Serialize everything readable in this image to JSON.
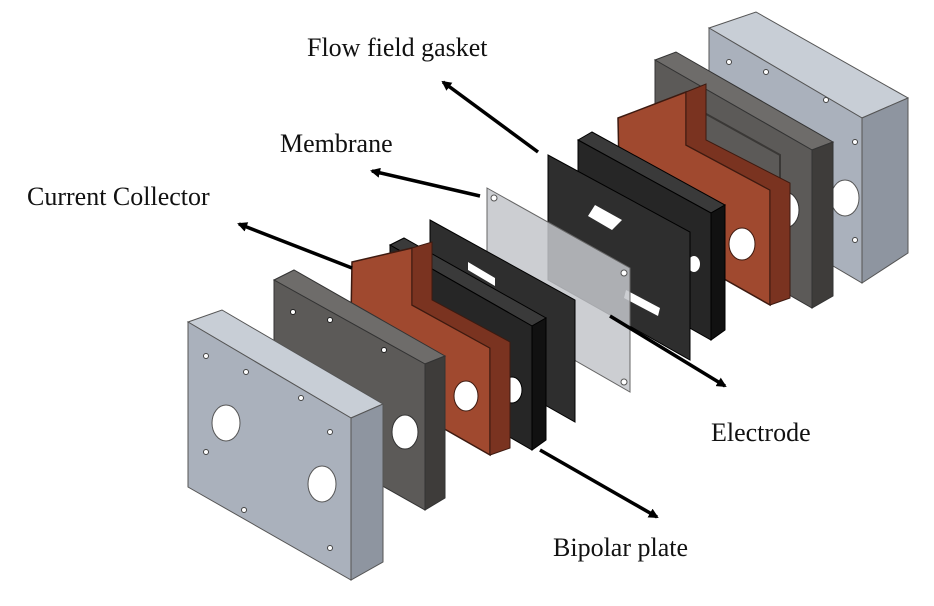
{
  "labels": {
    "flow_field_gasket": "Flow field gasket",
    "membrane": "Membrane",
    "current_collector": "Current Collector",
    "electrode": "Electrode",
    "bipolar_plate": "Bipolar plate"
  },
  "colors": {
    "end_plate": "#aab1bc",
    "end_plate_side": "#8e95a0",
    "bipolar_plate": "#5c5a58",
    "bipolar_plate_side": "#3e3c3a",
    "current_collector": "#a0492f",
    "current_collector_side": "#7a3320",
    "gasket": "#262626",
    "gasket_side": "#111111",
    "electrode": "#3a3a3a",
    "membrane": "#c3c6ca",
    "arrow": "#000000"
  }
}
